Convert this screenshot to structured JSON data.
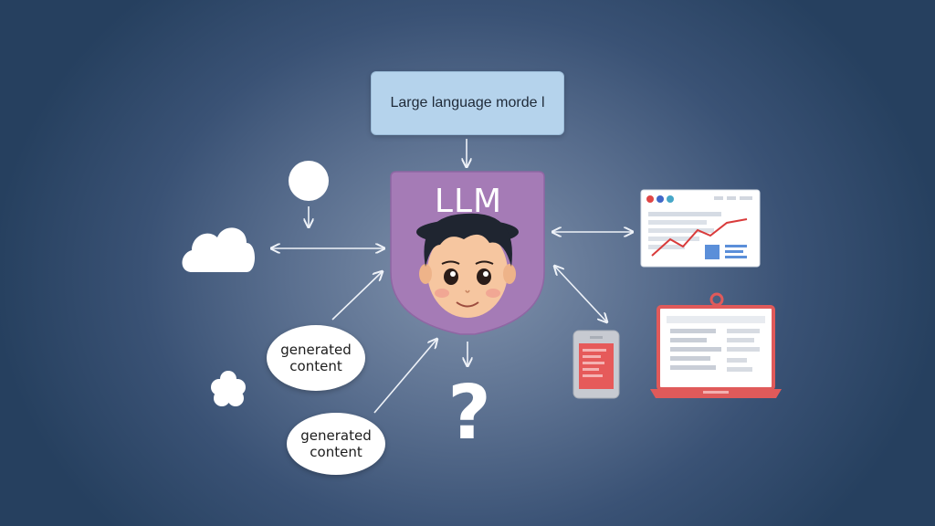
{
  "diagram": {
    "top_box_label": "Large language morde l",
    "center_label": "LLM",
    "bubbles": [
      "generated content",
      "generated content"
    ],
    "question_mark": "?"
  },
  "colors": {
    "background": "#2b4566",
    "top_box": "#b5d3ec",
    "llm_shield": "#a57bb6",
    "arrows": "#eef2f8",
    "chart_line": "#d93b3b",
    "laptop_accent": "#e05a5a"
  },
  "icons": [
    "circle-node-icon",
    "cloud-icon",
    "flower-icon",
    "dashboard-window-icon",
    "phone-icon",
    "laptop-icon",
    "person-face-icon"
  ]
}
